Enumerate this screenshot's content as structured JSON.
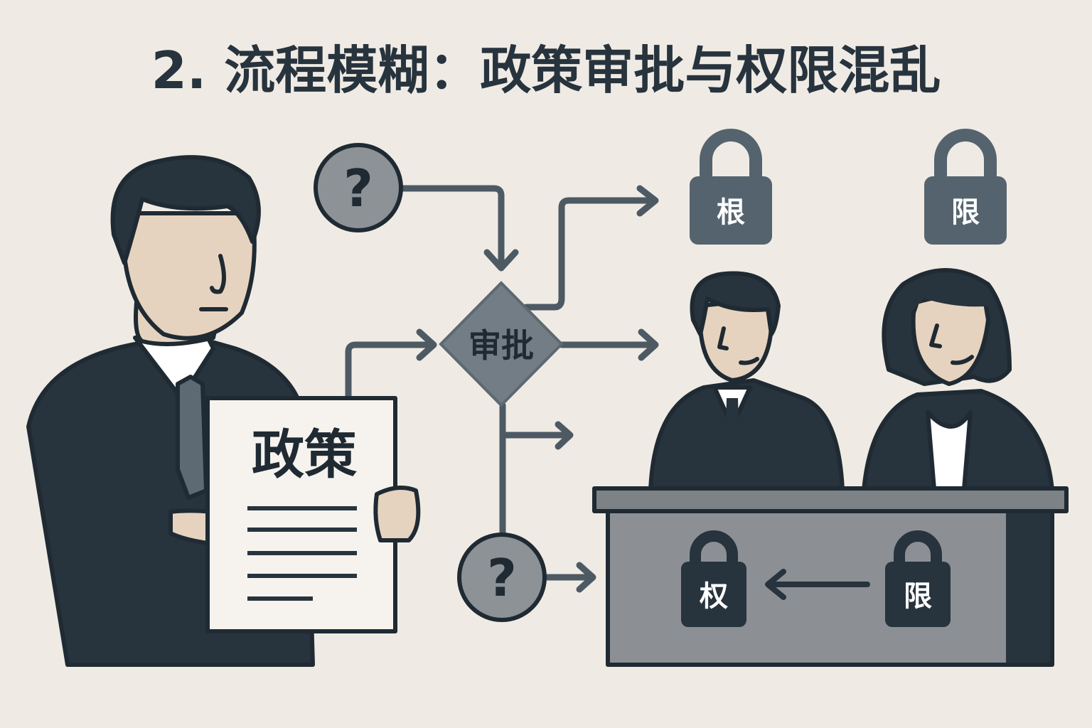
{
  "title": "2. 流程模糊：政策审批与权限混乱",
  "flow": {
    "question_top": "?",
    "decision": "审批",
    "question_bottom": "?"
  },
  "document": {
    "label": "政策"
  },
  "locks": {
    "top_left": "根",
    "top_right": "限",
    "desk_left": "权",
    "desk_right": "限"
  },
  "colors": {
    "background": "#efebe4",
    "dark": "#27333d",
    "gray": "#8c9094",
    "lock": "#55636e",
    "skin": "#e6d3bf"
  }
}
